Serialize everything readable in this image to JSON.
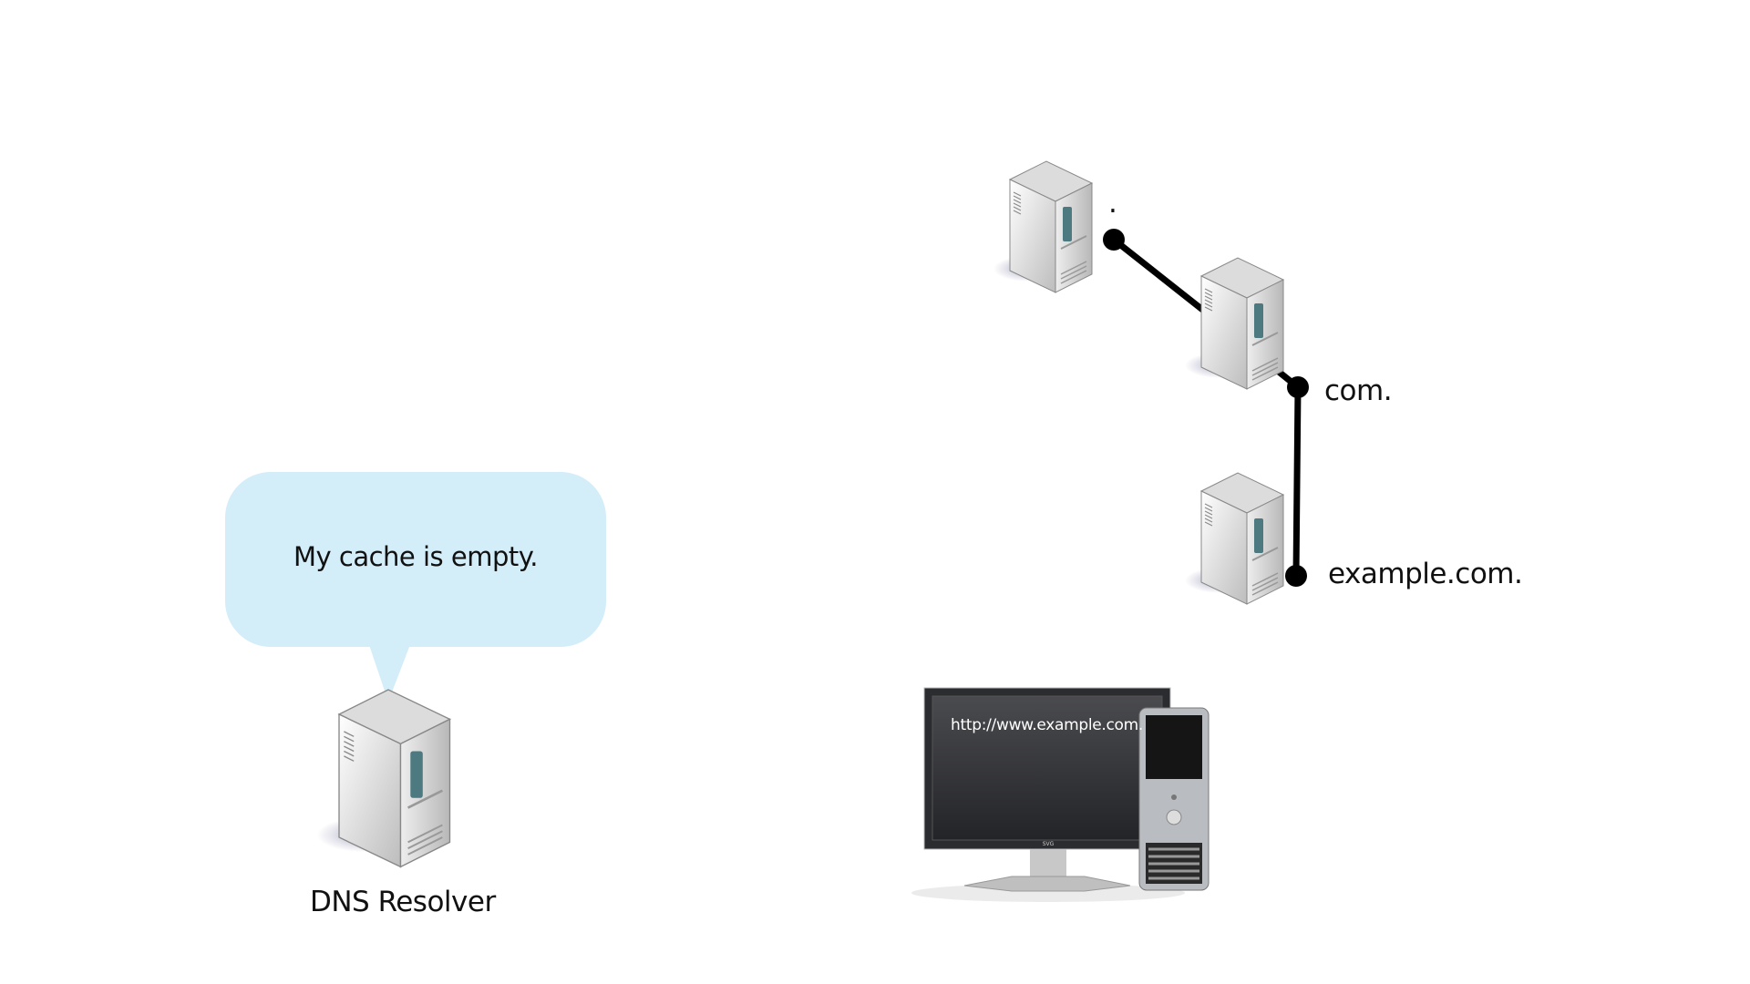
{
  "zones": {
    "root_label": ".",
    "com_label": "com.",
    "example_label": "example.com."
  },
  "resolver": {
    "label": "DNS Resolver",
    "speech": "My cache is empty."
  },
  "client": {
    "screen_text": "http://www.example.com.",
    "brand": "SVG"
  },
  "colors": {
    "bubble": "#d3edf9",
    "lines": "#000000"
  }
}
